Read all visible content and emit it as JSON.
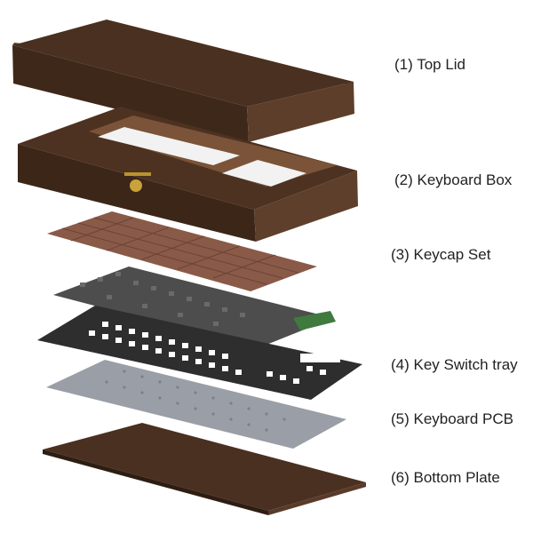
{
  "diagram": {
    "parts": [
      {
        "id": "top-lid",
        "label": "(1) Top Lid"
      },
      {
        "id": "keyboard-box",
        "label": "(2) Keyboard Box"
      },
      {
        "id": "keycap-set",
        "label": "(3) Keycap Set"
      },
      {
        "id": "key-switch-tray",
        "label": "(4) Key Switch tray"
      },
      {
        "id": "keyboard-pcb",
        "label": "(5) Keyboard PCB"
      },
      {
        "id": "bottom-plate",
        "label": "(6) Bottom Plate"
      }
    ],
    "colors": {
      "wood_dark": "#3b2618",
      "wood_mid": "#4e3322",
      "wood_light": "#6b4a35",
      "keycap": "#8a5a48",
      "switch": "#3a3a3a",
      "tray": "#2e2e2e",
      "pcb": "#9a9ea6",
      "brass": "#c9a23c",
      "green_board": "#3f7a3f"
    }
  }
}
